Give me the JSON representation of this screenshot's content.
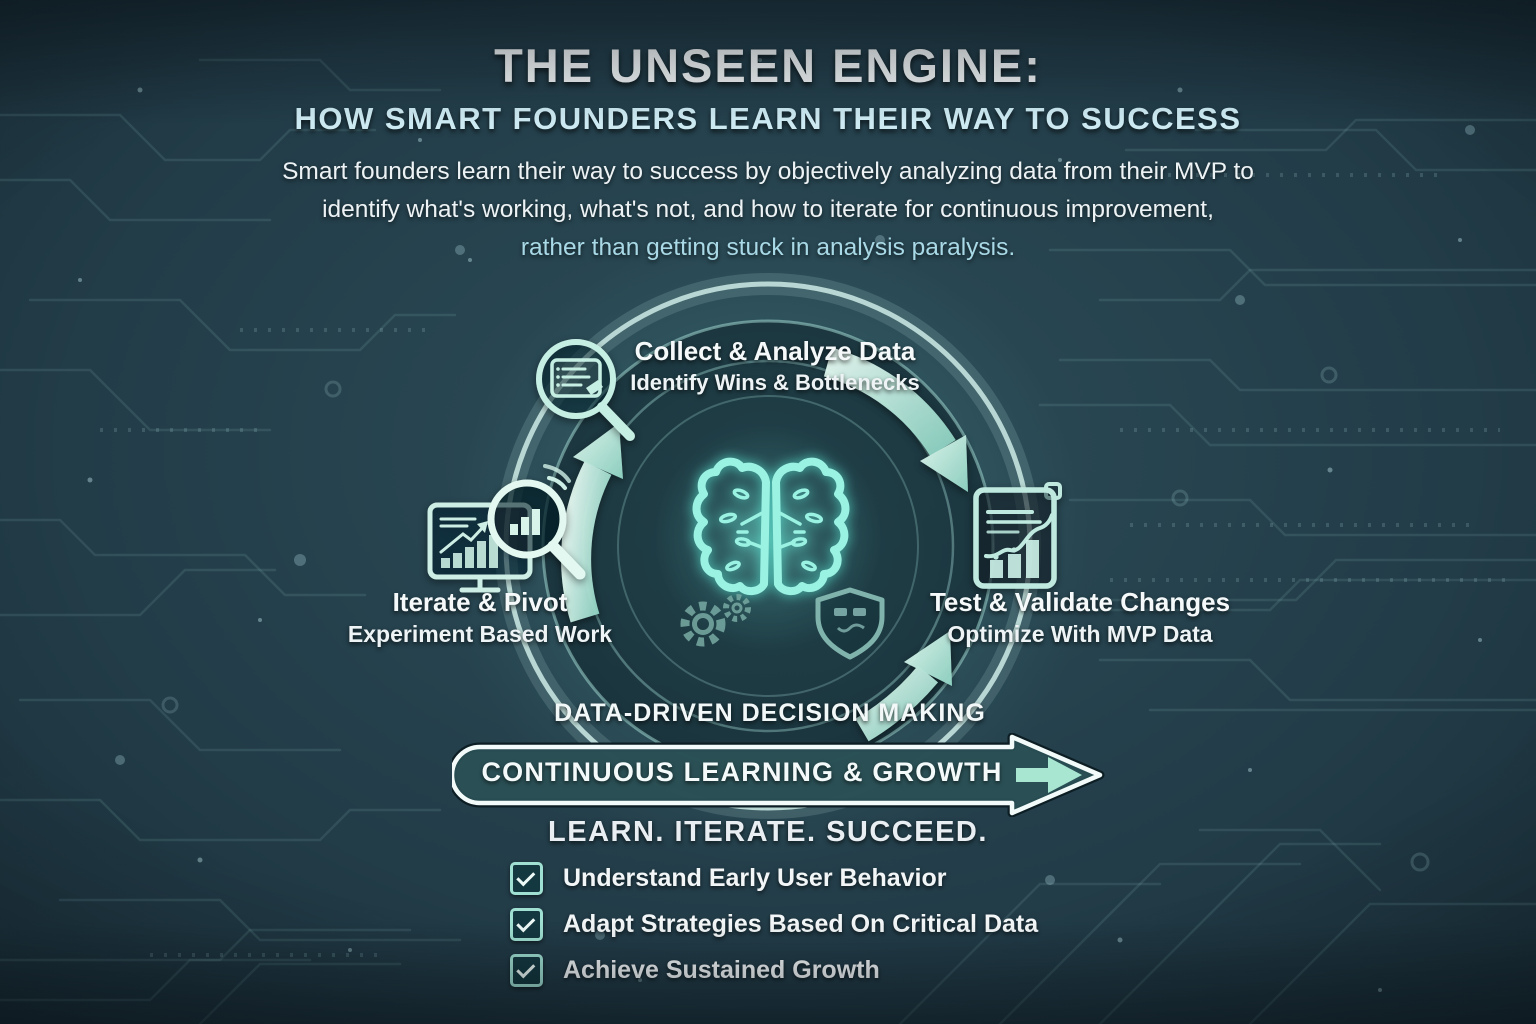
{
  "header": {
    "title": "THE UNSEEN ENGINE:",
    "subtitle": "HOW SMART FOUNDERS LEARN THEIR WAY TO SUCCESS",
    "description_lines": [
      "Smart founders learn their way to success by objectively analyzing data from their MVP to",
      "identify what's working, what's not, and how to iterate for continuous improvement,",
      "rather than getting stuck in analysis paralysis."
    ]
  },
  "cycle": {
    "stations": [
      {
        "position": "top",
        "title": "Collect & Analyze Data",
        "subtitle": "Identify Wins & Bottlenecks",
        "icon": "magnifier-document-icon"
      },
      {
        "position": "right",
        "title": "Test & Validate Changes",
        "subtitle": "Optimize With MVP Data",
        "icon": "report-chart-icon"
      },
      {
        "position": "left",
        "title": "Iterate & Pivot",
        "subtitle": "Experiment Based Work",
        "icon": "monitor-magnifier-icon"
      }
    ],
    "center_icons": [
      "brain-icon",
      "gear-icon",
      "shield-icon"
    ],
    "footer_label": "DATA-DRIVEN DECISION MAKING"
  },
  "banner": {
    "label": "CONTINUOUS LEARNING & GROWTH",
    "icon": "arrow-right-icon"
  },
  "takeaways": {
    "heading": "LEARN. ITERATE. SUCCEED.",
    "items": [
      {
        "label": "Understand Early User Behavior",
        "checked": true
      },
      {
        "label": "Adapt Strategies Based On Critical Data",
        "checked": true
      },
      {
        "label": "Achieve Sustained Growth",
        "checked": true
      }
    ]
  },
  "colors": {
    "background": "#15242e",
    "accent_mint": "#b5e9d9",
    "glow_teal": "#7fe8d6",
    "banner_fill": "#2b5258",
    "title_white": "#f6fafb",
    "subtitle_cyan": "#cdeaf3",
    "highlight_cyan": "#a9d9e6",
    "body_text": "#eef4f6"
  }
}
